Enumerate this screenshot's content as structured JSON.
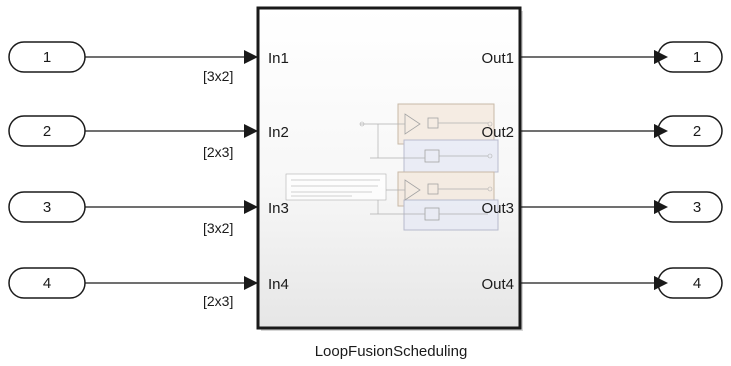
{
  "inports": [
    {
      "label": "1",
      "dimension": "[3x2]"
    },
    {
      "label": "2",
      "dimension": "[2x3]"
    },
    {
      "label": "3",
      "dimension": "[3x2]"
    },
    {
      "label": "4",
      "dimension": "[2x3]"
    }
  ],
  "outports": [
    {
      "label": "1"
    },
    {
      "label": "2"
    },
    {
      "label": "3"
    },
    {
      "label": "4"
    }
  ],
  "subsystem": {
    "name": "LoopFusionScheduling",
    "inputs": [
      "In1",
      "In2",
      "In3",
      "In4"
    ],
    "outputs": [
      "Out1",
      "Out2",
      "Out3",
      "Out4"
    ]
  }
}
